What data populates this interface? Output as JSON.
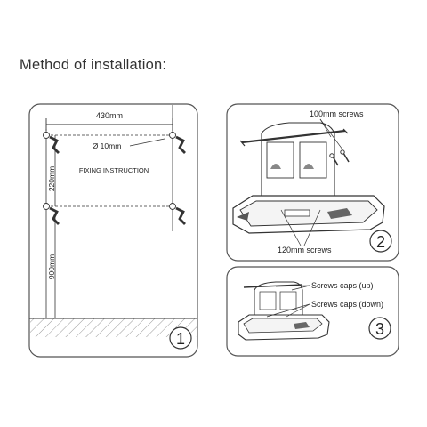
{
  "header": {
    "title": "Method of installation:"
  },
  "panel1": {
    "width_label": "430mm",
    "diameter_label": "Ø 10mm",
    "caption": "FIXING INSTRUCTION",
    "height1_label": "220mm",
    "height2_label": "900mm",
    "step": "1"
  },
  "panel2": {
    "top_label": "100mm screws",
    "bottom_label": "120mm screws",
    "step": "2"
  },
  "panel3": {
    "caps_up_label": "Screws caps (up)",
    "caps_down_label": "Screws caps (down)",
    "step": "3"
  },
  "colors": {
    "line": "#333333",
    "panel_border": "#555555"
  }
}
